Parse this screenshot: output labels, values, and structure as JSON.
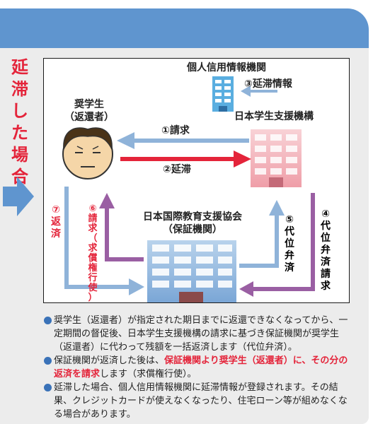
{
  "side_label": [
    "延",
    "滞",
    "し",
    "た",
    "場",
    "合"
  ],
  "nodes": {
    "credit_bureau": "個人信用情報機関",
    "student_line1": "奨学生",
    "student_line2": "（返還者）",
    "jasso": "日本学生支援機構",
    "guarantor_line1": "日本国際教育支援協会",
    "guarantor_line2": "（保証機関）"
  },
  "arrows": {
    "a1": "①請求",
    "a2": "②延滞",
    "a3": "③延滞情報",
    "a4": [
      "④",
      "代",
      "位",
      "弁",
      "済",
      "請",
      "求"
    ],
    "a5": [
      "⑤",
      "代",
      "位",
      "弁",
      "済"
    ],
    "a6": [
      "⑥",
      "請",
      "求",
      "（",
      "求",
      "償",
      "権",
      "行",
      "使",
      "）"
    ],
    "a7": [
      "⑦",
      "返",
      "済"
    ]
  },
  "notes": [
    {
      "parts": [
        "奨学生（返還者）が指定された期日までに返還できなくなってから、一定期間の督促後、日本学生支援機構の請求に基づき保証機関が奨学生（返還者）に代わって残額を一括返済します（代位弁済）。"
      ]
    },
    {
      "parts": [
        "保証機関が返済した後は、",
        "保証機関より奨学生（返還者）に、その分の返済を請求",
        "します（求償権行使）。"
      ]
    },
    {
      "parts": [
        "延滞した場合、個人信用情報機関に延滞情報が登録されます。その結果、クレジットカードが使えなくなったり、住宅ローン等が組めなくなる場合があります。"
      ]
    }
  ],
  "colors": {
    "header_blue": "#5f95cf",
    "panel_grey": "#ececec",
    "accent_red": "#e4243a",
    "arrow_blue": "#8fb3d9",
    "arrow_purple": "#9a5fa3",
    "bullet_blue": "#3a72b8"
  }
}
